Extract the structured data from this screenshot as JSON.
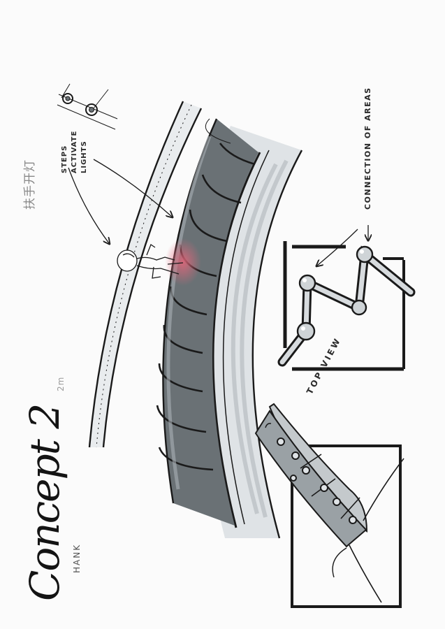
{
  "sheet": {
    "title": "Concept 2",
    "author": "HANK",
    "notes": {
      "steps_activate_lights": "STEPS\nACTIVATE\nLIGHTS",
      "connection_of_areas": "CONNECTION OF AREAS",
      "top_view": "TOP VIEW",
      "chinese_note": "扶手开灯",
      "scale_note": "2m"
    }
  },
  "colors": {
    "ink": "#1a1a1a",
    "marker_gray": "#5c6266",
    "light_gray": "#c9ced2",
    "highlight_red": "#e0667a",
    "paper": "#fbfbfb"
  },
  "icons": [
    "person-figure-icon",
    "rivet-icon",
    "arrow-icon"
  ]
}
